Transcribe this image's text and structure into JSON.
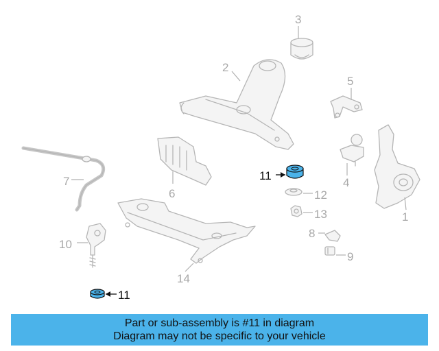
{
  "callouts": {
    "c1": "1",
    "c2": "2",
    "c3": "3",
    "c4": "4",
    "c5": "5",
    "c6": "6",
    "c7": "7",
    "c8": "8",
    "c9": "9",
    "c10": "10",
    "c11a": "11",
    "c11b": "11",
    "c12": "12",
    "c13": "13",
    "c14": "14"
  },
  "highlight_color": "#4bb3ea",
  "banner": {
    "line1": "Part or sub-assembly is #11 in diagram",
    "line2": "Diagram may not be specific to your vehicle"
  }
}
